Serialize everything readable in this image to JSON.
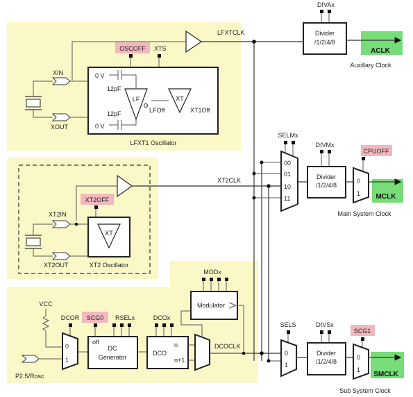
{
  "labels": {
    "divax": "DIVAx",
    "divmx": "DIVMx",
    "divsx": "DIVSx",
    "selmx": "SELMx",
    "sels": "SELS",
    "divider": "Divider",
    "divider_ratio": "/1/2/4/8",
    "aclk": "ACLK",
    "mclk": "MCLK",
    "smclk": "SMCLK",
    "auxiliary_clock": "Auxillary Clock",
    "main_system_clock": "Main System Clock",
    "sub_system_clock": "Sub System Clock",
    "lfxtclk": "LFXTCLK",
    "xt2clk": "XT2CLK",
    "dcoclk": "DCOCLK",
    "oscoff": "OSCOFF",
    "xts": "XTS",
    "xin": "XIN",
    "xout": "XOUT",
    "xt2in": "XT2IN",
    "xt2out": "XT2OUT",
    "zero_v": "0 V",
    "cap_12pf": "12pF",
    "lf": "LF",
    "xt": "XT",
    "lfoff": "LFOff",
    "xt1off": "XT1Off",
    "lfxt1_oscillator": "LFXT1 Oscillator",
    "xt2off": "XT2OFF",
    "xt2_oscillator": "XT2 Oscillator",
    "cpuoff": "CPUOFF",
    "scg1": "SCG1",
    "scg0": "SCG0",
    "rselx": "RSELx",
    "dcor": "DCOR",
    "dcox": "DCOx",
    "modx": "MODx",
    "modulator": "Modulator",
    "vcc": "VCC",
    "p25_rosc": "P2.5/Rosc",
    "off": "off",
    "dc": "DC",
    "generator": "Generator",
    "dco": "DCO",
    "n": "n",
    "n_plus_1": "n+1",
    "mux_00": "00",
    "mux_01": "01",
    "mux_10": "10",
    "mux_11": "11",
    "zero": "0",
    "one": "1"
  },
  "colors": {
    "zone_fill": "#fbf8c8",
    "flag_fill": "#f2b8be",
    "clock_output_fill": "#78dc78"
  }
}
